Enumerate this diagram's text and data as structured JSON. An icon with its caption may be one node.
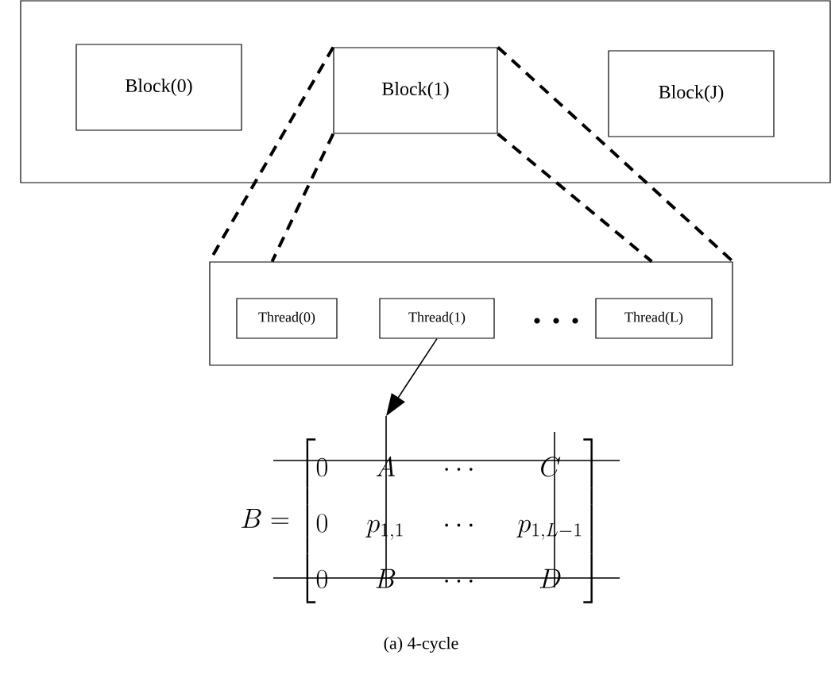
{
  "diagram": {
    "caption": "(a) 4-cycle",
    "nodes": [
      {
        "text": [],
        "shape": "box"
      },
      {
        "text": [
          "Block(0)"
        ],
        "in": 0
      },
      {
        "text": [
          "Block(1)"
        ],
        "in": 0
      },
      {
        "text": [
          "Block(J)"
        ],
        "in": 0
      },
      {
        "text": [],
        "shape": "box"
      },
      {
        "text": [
          "Thread(0)"
        ],
        "in": 4
      },
      {
        "text": [
          "Thread(1)"
        ],
        "in": 4
      },
      {
        "text": [
          "Thread(L)"
        ],
        "in": 4
      },
      {
        "text": [
          "B=\\begin{bmatrix}0&A&\\cdots&C\\\\0&p_{1,1}&\\cdots&p_{1,L-1}\\\\0&B&\\cdots&D\\end{bmatrix}"
        ]
      }
    ],
    "edges": [
      {
        "from": 2,
        "to": 4,
        "arrow": "none",
        "style": "dashed"
      },
      {
        "from": 2,
        "to": 4,
        "arrow": "none",
        "style": "dashed"
      },
      {
        "from": 2,
        "to": 4,
        "arrow": "none",
        "style": "dashed"
      },
      {
        "from": 2,
        "to": 4,
        "arrow": "none",
        "style": "dashed"
      },
      {
        "from": 6,
        "to": 8,
        "arrow": "to"
      }
    ]
  }
}
